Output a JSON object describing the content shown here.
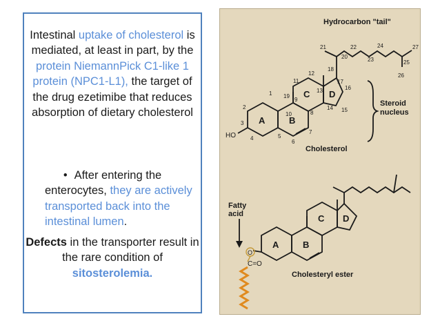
{
  "text": {
    "intro_1": "Intestinal ",
    "intro_uptake": "uptake of cholesterol",
    "intro_2": " is mediated, at least in part, by the ",
    "intro_protein": "protein NiemannPick C1-like 1 protein (NPC1-L1),",
    "intro_3": " the target of the drug ezetimibe that reduces absorption of dietary cholesterol",
    "bullet_1": "After entering the",
    "bullet_2": "enterocytes, ",
    "bullet_hl": "they are actively transported back into the intestinal lumen",
    "bullet_end": ".",
    "defects_bold": "Defects",
    "defects_1": " in the transporter result in the rare condition of ",
    "defects_hl": "sitosterolemia."
  },
  "figure": {
    "tail_label": "Hydrocarbon \"tail\"",
    "steroid_label": "Steroid nucleus",
    "cholesterol_label": "Cholesterol",
    "ester_label": "Cholesteryl ester",
    "fatty_acid_label": "Fatty acid",
    "ho_label": "HO",
    "o_label": "O",
    "co_label": "C=O",
    "ring_labels": [
      "A",
      "B",
      "C",
      "D"
    ],
    "carbon_numbers": [
      "1",
      "2",
      "3",
      "4",
      "5",
      "6",
      "7",
      "8",
      "9",
      "10",
      "11",
      "12",
      "13",
      "14",
      "15",
      "16",
      "17",
      "18",
      "19",
      "20",
      "21",
      "22",
      "23",
      "24",
      "25",
      "26",
      "27"
    ],
    "colors": {
      "border": "#4f81bd",
      "highlight": "#5b8fd8",
      "figure_bg": "#e4d8bd",
      "fatty_acid": "#e08a1e",
      "ester_o": "#c49a3a"
    }
  }
}
